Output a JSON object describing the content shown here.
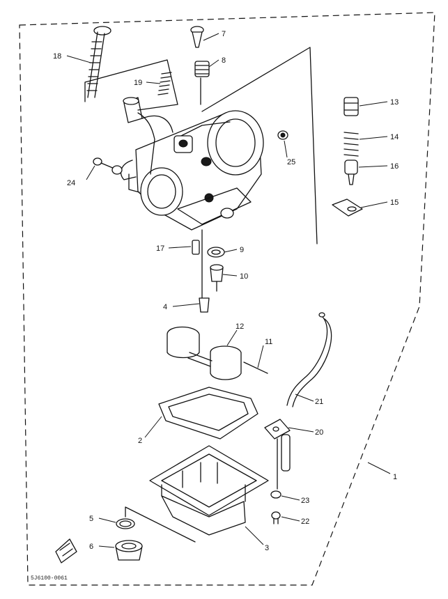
{
  "diagram": {
    "reference_code": "5J6100-0061",
    "callouts": [
      "1",
      "2",
      "3",
      "4",
      "5",
      "6",
      "7",
      "8",
      "9",
      "10",
      "11",
      "12",
      "13",
      "14",
      "15",
      "16",
      "17",
      "18",
      "19",
      "20",
      "21",
      "22",
      "23",
      "24",
      "25"
    ]
  }
}
